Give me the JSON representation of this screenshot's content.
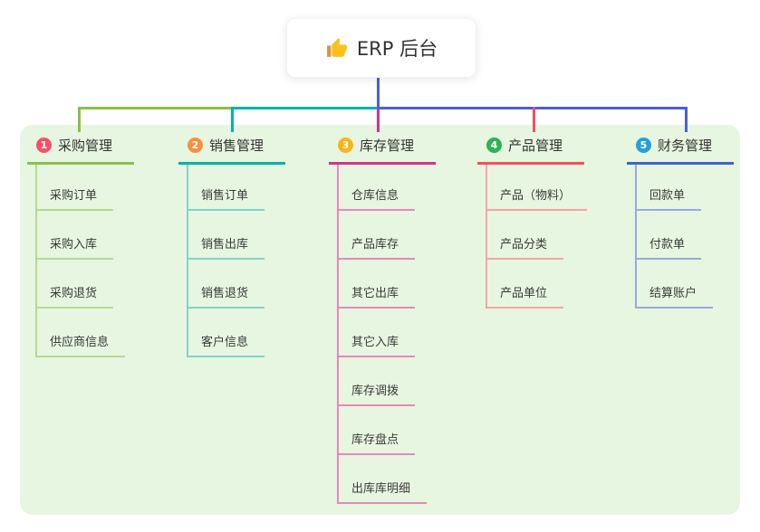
{
  "root": {
    "label": "ERP 后台",
    "icon": "thumbs-up"
  },
  "panel_color": "#e7f6e0",
  "connector_color": "#4c5fd4",
  "branches": [
    {
      "number": "1",
      "title": "采购管理",
      "badge_color": "#f6506a",
      "line_color": "#88c04a",
      "child_line_color": "#b5da8e",
      "children": [
        "采购订单",
        "采购入库",
        "采购退货",
        "供应商信息"
      ]
    },
    {
      "number": "2",
      "title": "销售管理",
      "badge_color": "#fb8f40",
      "line_color": "#00b3ab",
      "child_line_color": "#7fd3cb",
      "children": [
        "销售订单",
        "销售出库",
        "销售退货",
        "客户信息"
      ]
    },
    {
      "number": "3",
      "title": "库存管理",
      "badge_color": "#fdb515",
      "line_color": "#d23390",
      "child_line_color": "#ec85bf",
      "children": [
        "仓库信息",
        "产品库存",
        "其它出库",
        "其它入库",
        "库存调拨",
        "库存盘点",
        "出库库明细"
      ]
    },
    {
      "number": "4",
      "title": "产品管理",
      "badge_color": "#2eb254",
      "line_color": "#f5505c",
      "child_line_color": "#f9a3a8",
      "children": [
        "产品（物料）",
        "产品分类",
        "产品单位"
      ]
    },
    {
      "number": "5",
      "title": "财务管理",
      "badge_color": "#259fdd",
      "line_color": "#3e64d0",
      "child_line_color": "#97a9e2",
      "children": [
        "回款单",
        "付款单",
        "结算账户"
      ]
    }
  ]
}
